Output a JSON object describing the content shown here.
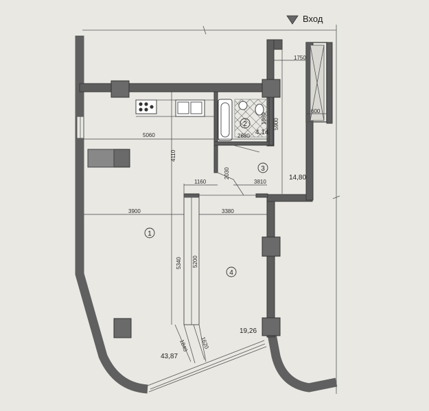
{
  "entrance_label": "Вход",
  "rooms": [
    {
      "number": "1",
      "area": "43,87"
    },
    {
      "number": "2",
      "area": "4,14"
    },
    {
      "number": "3",
      "area": "14,80"
    },
    {
      "number": "4",
      "area": "19,26"
    }
  ],
  "dimensions": {
    "d1750": "1750",
    "d600": "600",
    "d5900": "5900",
    "d1980": "1980",
    "d2680": "2680",
    "d5060": "5060",
    "d4110": "4110",
    "d2030": "2030",
    "d1160": "1160",
    "d3810": "3810",
    "d3900": "3900",
    "d3380": "3380",
    "d5340": "5340",
    "d5200": "5200",
    "d1840": "1840",
    "d1620": "1620"
  },
  "colors": {
    "paper": "#e9e8e3",
    "wall": "#5d5d5d",
    "line": "#444444",
    "fixture": "#8a8a8a"
  }
}
